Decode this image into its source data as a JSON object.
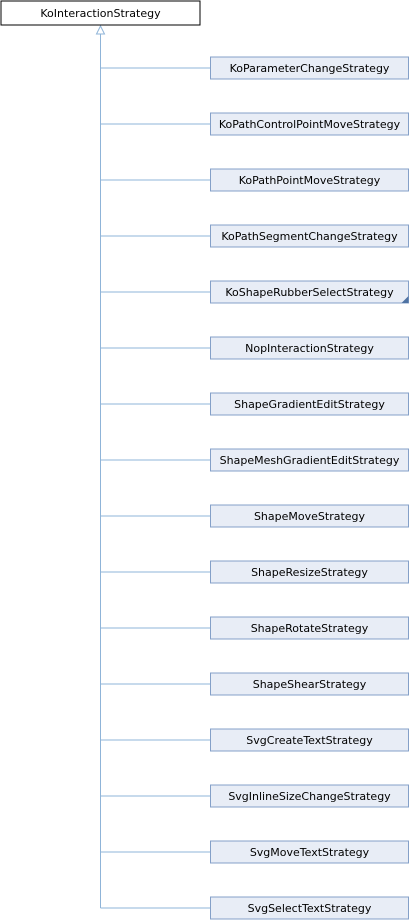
{
  "colors": {
    "base_fill": "#ffffff",
    "base_border": "#000000",
    "child_fill": "#e8edf6",
    "child_border": "#84a0c8",
    "connector": "#8fb4d8",
    "more_marker": "#4f73a3"
  },
  "base_class": {
    "label": "KoInteractionStrategy"
  },
  "children": [
    {
      "label": "KoParameterChangeStrategy"
    },
    {
      "label": "KoPathControlPointMoveStrategy"
    },
    {
      "label": "KoPathPointMoveStrategy"
    },
    {
      "label": "KoPathSegmentChangeStrategy"
    },
    {
      "label": "KoShapeRubberSelectStrategy",
      "has_more_marker": true
    },
    {
      "label": "NopInteractionStrategy"
    },
    {
      "label": "ShapeGradientEditStrategy"
    },
    {
      "label": "ShapeMeshGradientEditStrategy"
    },
    {
      "label": "ShapeMoveStrategy"
    },
    {
      "label": "ShapeResizeStrategy"
    },
    {
      "label": "ShapeRotateStrategy"
    },
    {
      "label": "ShapeShearStrategy"
    },
    {
      "label": "SvgCreateTextStrategy"
    },
    {
      "label": "SvgInlineSizeChangeStrategy"
    },
    {
      "label": "SvgMoveTextStrategy"
    },
    {
      "label": "SvgSelectTextStrategy"
    }
  ]
}
